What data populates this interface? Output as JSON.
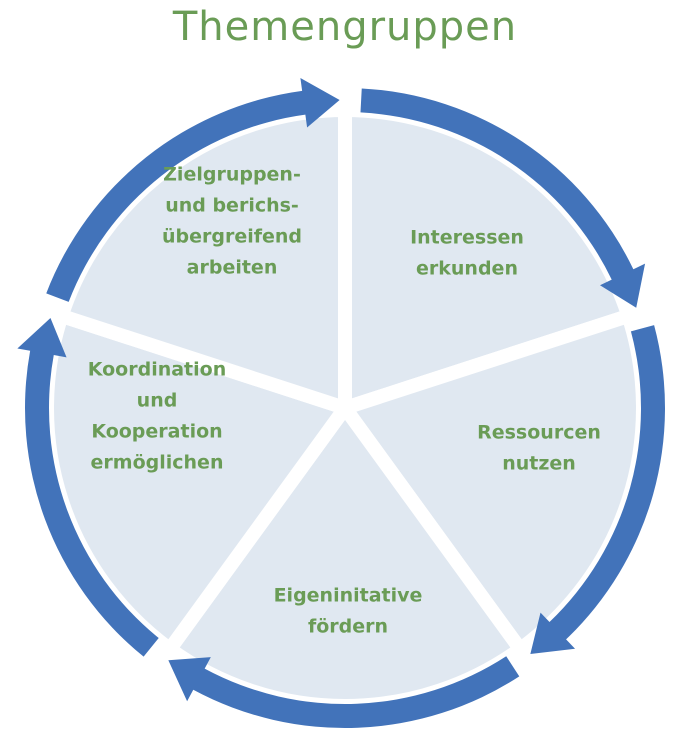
{
  "title": "Themengruppen",
  "colors": {
    "title": "#6a9c56",
    "label": "#6a9c56",
    "segment_fill": "#e0e8f1",
    "arrow": "#4273ba",
    "background": "#ffffff"
  },
  "segments": [
    {
      "id": "interessen",
      "lines": [
        "Interessen",
        "erkunden"
      ]
    },
    {
      "id": "ressourcen",
      "lines": [
        "Ressourcen",
        "nutzen"
      ]
    },
    {
      "id": "eigeninitiative",
      "lines": [
        "Eigeninitative",
        "fördern"
      ]
    },
    {
      "id": "koordination",
      "lines": [
        "Koordination",
        "und",
        "Kooperation",
        "ermöglichen"
      ]
    },
    {
      "id": "zielgruppen",
      "lines": [
        "Zielgruppen-",
        "und berichs-",
        "übergreifend",
        "arbeiten"
      ]
    }
  ]
}
